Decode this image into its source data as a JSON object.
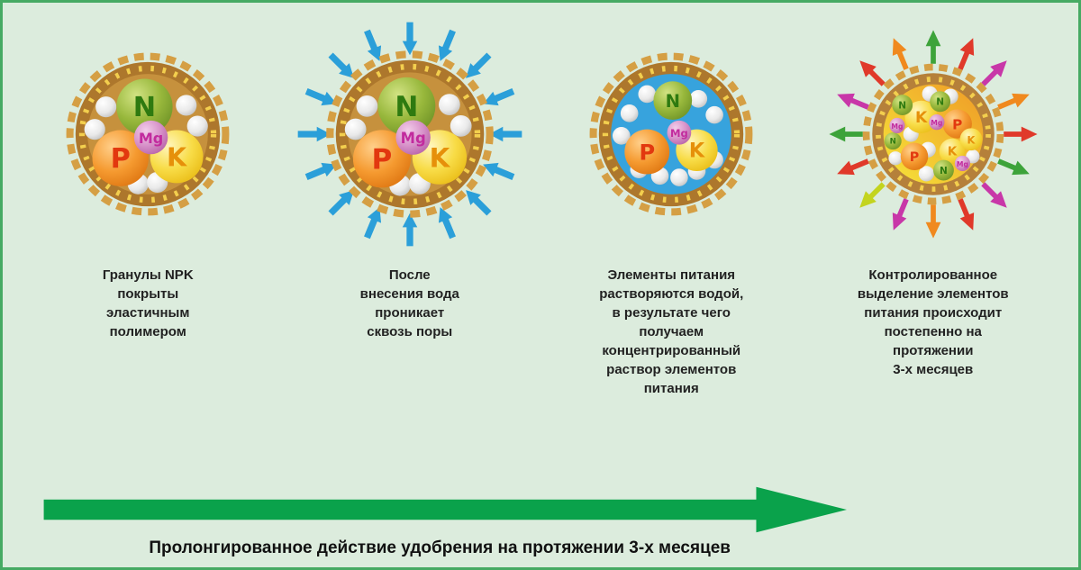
{
  "labels": {
    "n": "N",
    "p": "P",
    "k": "K",
    "mg": "Mg"
  },
  "stages": [
    {
      "caption": "Гранулы NPK\nпокрыты\nэластичным\nполимером"
    },
    {
      "caption": "После\nвнесения вода\nпроникает\nсквозь поры"
    },
    {
      "caption": "Элементы питания\nрастворяются водой,\nв результате чего\nполучаем\nконцентрированный\nраствор элементов\nпитания"
    },
    {
      "caption": "Контролированное\nвыделение элементов\nпитания происходит\nпостепенно на\nпротяжении\n3-х месяцев"
    }
  ],
  "footer": {
    "caption": "Пролонгированное действие удобрения на протяжении 3-х месяцев"
  },
  "palette": {
    "background": "#dcecdd",
    "frame_border": "#46aa63",
    "shell_brown": "#ad772c",
    "shell_dash_tan": "#d59f44",
    "pore_yellow": "#f3cf4e",
    "core_tan": "#c6913d",
    "water_blue": "#37a3dd",
    "water_arrow_blue": "#2b9fd9",
    "timeline_green": "#0aa24b",
    "release_arrow_colors": [
      "#3da33a",
      "#e0392a",
      "#c837a8",
      "#f0891e",
      "#c3d41f"
    ],
    "ball_n_green": "#98b83c",
    "ball_p_orange": "#f59a30",
    "ball_k_yellow": "#f8dc47",
    "ball_mg_pink": "#d792c9",
    "ball_white": "#e9e9e9",
    "letter_n": "#2e7a10",
    "letter_p": "#e2380f",
    "letter_k": "#e6900a",
    "letter_mg": "#c22b9e"
  }
}
